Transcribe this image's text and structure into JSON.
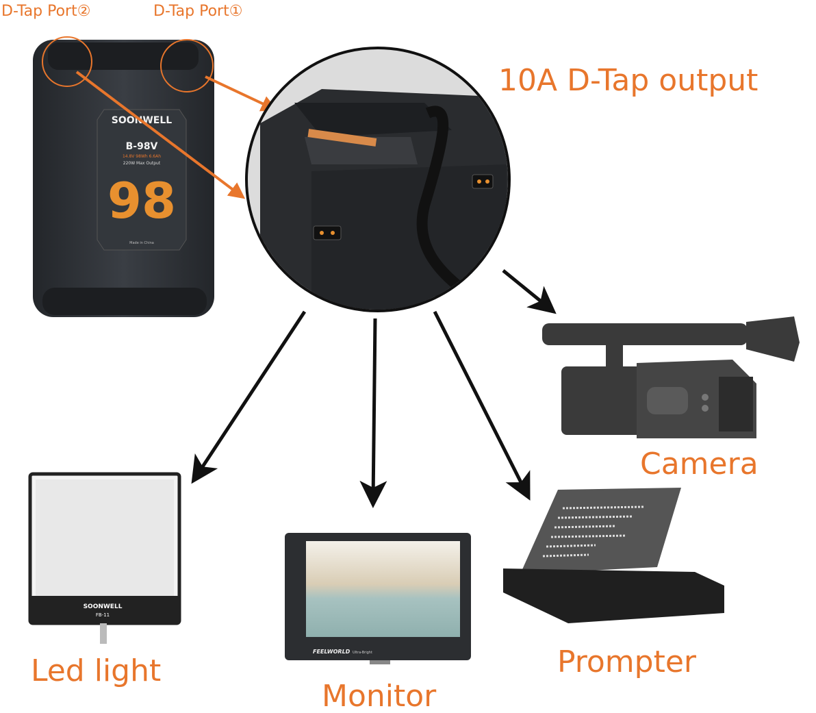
{
  "labels": {
    "port2": "D-Tap Port②",
    "port1": "D-Tap Port①",
    "output": "10A D-Tap output",
    "camera": "Camera",
    "led_light": "Led light",
    "monitor": "Monitor",
    "prompter": "Prompter"
  },
  "battery": {
    "brand": "SOONWELL",
    "model": "B-98V",
    "spec": "14.8V 98Wh 6.6Ah",
    "max_output": "220W Max Output",
    "capacity_badge": "98",
    "origin": "Made in China"
  },
  "led_panel": {
    "brand": "SOONWELL",
    "model": "FB-11"
  },
  "monitor_device": {
    "brand": "FEELWORLD",
    "tagline": "Ultra-Bright"
  },
  "colors": {
    "accent": "#e8762c",
    "device": "#2f3236",
    "arrow": "#111111"
  }
}
